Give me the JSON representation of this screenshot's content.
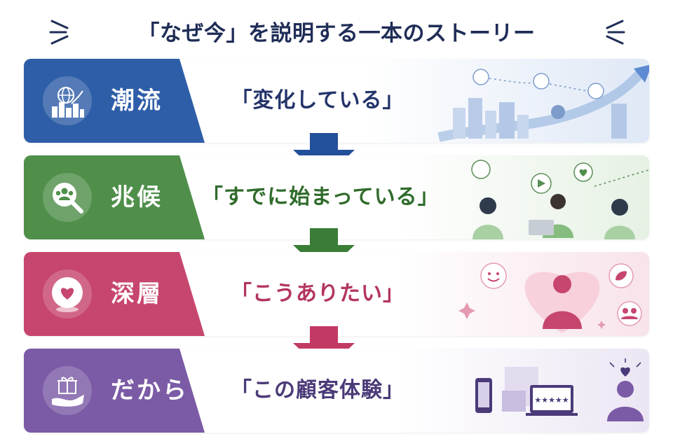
{
  "title": "「なぜ今」を説明する一本のストーリー",
  "steps": [
    {
      "label": "潮流",
      "quote": "「変化している」",
      "color": "#2f5ea8",
      "light": "#eaf0fa",
      "icon": "globe-city-icon"
    },
    {
      "label": "兆候",
      "quote": "「すでに始まっている」",
      "color": "#4f8f4a",
      "light": "#edf6ec",
      "icon": "people-magnifier-icon"
    },
    {
      "label": "深層",
      "quote": "「こうありたい」",
      "color": "#c7466e",
      "light": "#fbeef2",
      "icon": "heart-icon"
    },
    {
      "label": "だから",
      "quote": "「この顧客体験」",
      "color": "#7b5aa6",
      "light": "#f1edf7",
      "icon": "gift-hand-icon"
    }
  ],
  "colors": {
    "title": "#1f2d57",
    "quote_text": [
      "#24346a",
      "#2f6b2b",
      "#b3355e",
      "#4b3a78"
    ],
    "arrows": [
      "#23509b",
      "#3a7d36",
      "#c23a63"
    ]
  },
  "review_stars": "★★★★★"
}
